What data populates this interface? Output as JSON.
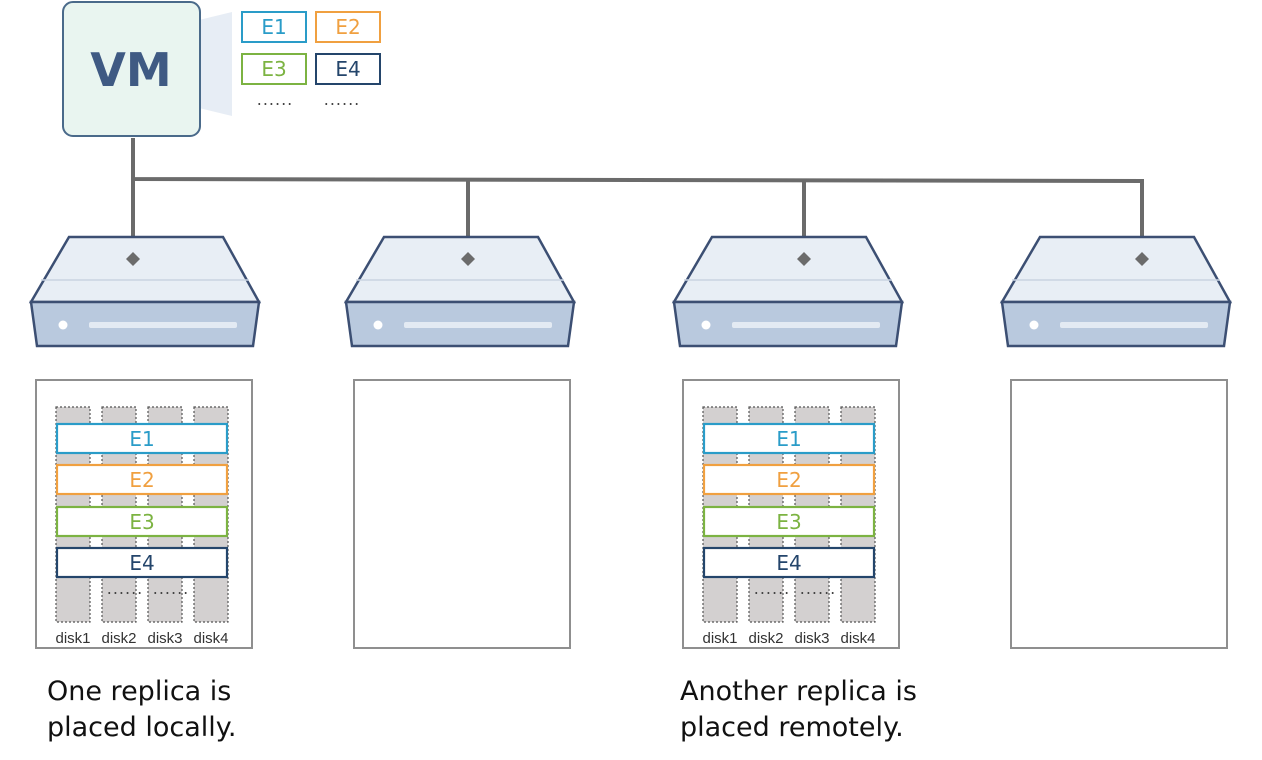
{
  "vm": {
    "label": "VM",
    "extents": [
      {
        "label": "E1",
        "color": "#2a9cc8"
      },
      {
        "label": "E2",
        "color": "#f0a040"
      },
      {
        "label": "E3",
        "color": "#7cb342"
      },
      {
        "label": "E4",
        "color": "#24456b"
      }
    ],
    "ellipsis": "......"
  },
  "colors": {
    "cable": "#6b6b6b",
    "server_top": "#e8eef5",
    "server_front": "#b9c9de",
    "server_outline": "#3c4f73",
    "vm_fill": "#e9f5f0",
    "vm_outline": "#4a6a8a",
    "disk_fill": "#d3d0d0",
    "panel_border": "#8f8f8f"
  },
  "servers": [
    {
      "id": "server-1",
      "has_replica": true,
      "disk_labels": [
        "disk1",
        "disk2",
        "disk3",
        "disk4"
      ],
      "extents": [
        "E1",
        "E2",
        "E3",
        "E4"
      ],
      "ellipsis": "......"
    },
    {
      "id": "server-2",
      "has_replica": false
    },
    {
      "id": "server-3",
      "has_replica": true,
      "disk_labels": [
        "disk1",
        "disk2",
        "disk3",
        "disk4"
      ],
      "extents": [
        "E1",
        "E2",
        "E3",
        "E4"
      ],
      "ellipsis": "......"
    },
    {
      "id": "server-4",
      "has_replica": false
    }
  ],
  "captions": {
    "local": [
      "One replica is",
      "placed locally."
    ],
    "remote": [
      "Another replica is",
      "placed remotely."
    ]
  }
}
